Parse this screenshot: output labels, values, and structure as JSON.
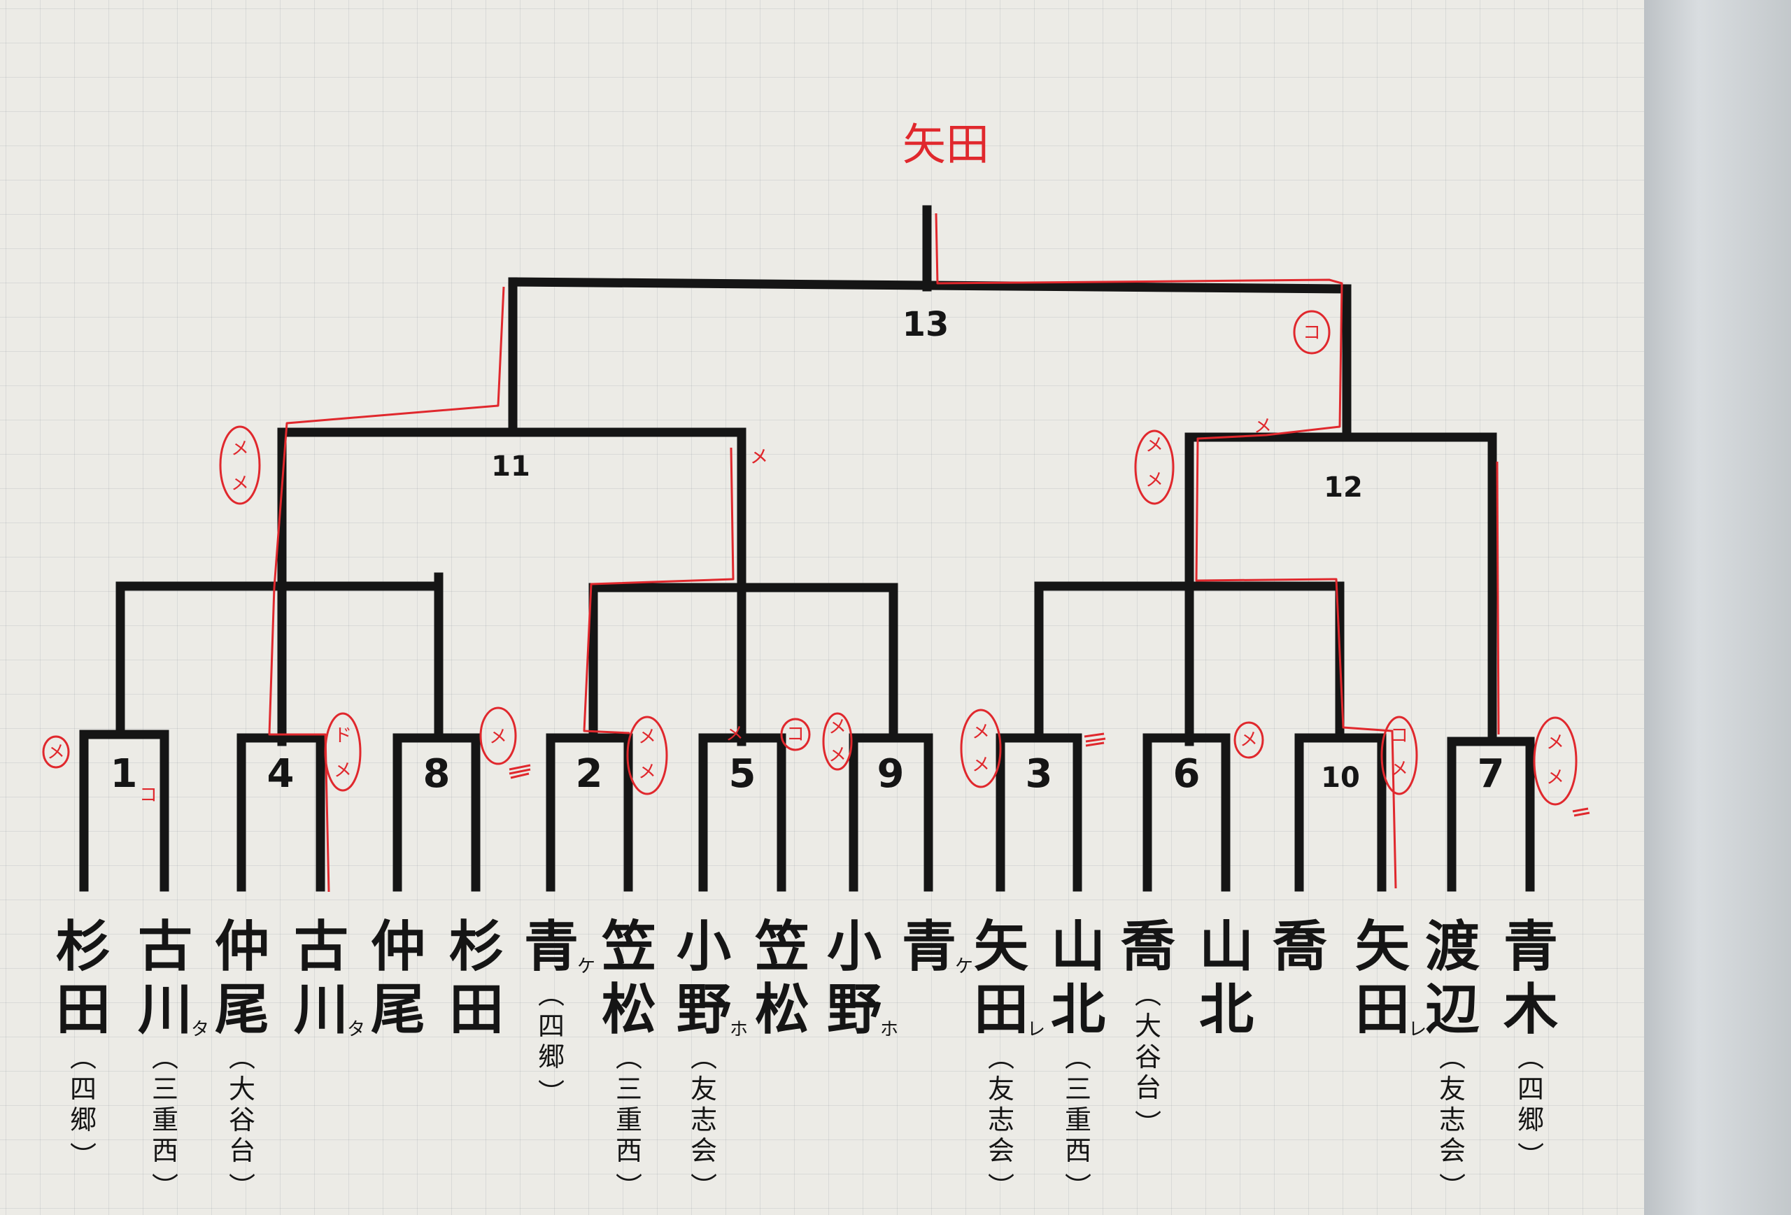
{
  "champion": "矢田",
  "final_match_no": "13",
  "semifinal_match_nos": [
    "11",
    "12"
  ],
  "first_round_match_nos": [
    "1",
    "4",
    "8",
    "2",
    "5",
    "9",
    "3",
    "6",
    "10",
    "7"
  ],
  "entries": [
    {
      "name": "杉田",
      "club": "四郷",
      "kana": ""
    },
    {
      "name": "古川",
      "club": "三重西",
      "kana": "タ"
    },
    {
      "name": "仲尾",
      "club": "大谷台",
      "kana": ""
    },
    {
      "name": "古川",
      "club": "",
      "kana": "タ"
    },
    {
      "name": "仲尾",
      "club": "",
      "kana": ""
    },
    {
      "name": "杉田",
      "club": "",
      "kana": ""
    },
    {
      "name": "青",
      "club": "四郷",
      "kana": "ケ"
    },
    {
      "name": "笠松",
      "club": "三重西",
      "kana": ""
    },
    {
      "name": "小野",
      "club": "友志会",
      "kana": "ホ"
    },
    {
      "name": "笠松",
      "club": "",
      "kana": ""
    },
    {
      "name": "小野",
      "club": "",
      "kana": "ホ"
    },
    {
      "name": "青",
      "club": "",
      "kana": "ケ"
    },
    {
      "name": "矢田",
      "club": "友志会",
      "kana": "レ"
    },
    {
      "name": "山北",
      "club": "三重西",
      "kana": ""
    },
    {
      "name": "喬",
      "club": "大谷台",
      "kana": ""
    },
    {
      "name": "山北",
      "club": "",
      "kana": ""
    },
    {
      "name": "喬",
      "club": "",
      "kana": ""
    },
    {
      "name": "矢田",
      "club": "",
      "kana": "レ"
    },
    {
      "name": "渡辺",
      "club": "友志会",
      "kana": ""
    },
    {
      "name": "青木",
      "club": "四郷",
      "kana": ""
    }
  ],
  "score_marks": [
    "メ",
    "コ",
    "ド",
    "メ",
    "メ",
    "メ",
    "メ",
    "メ",
    "コ",
    "メ",
    "メ",
    "メ",
    "メ",
    "コ",
    "メ",
    "メ",
    "メ",
    "メ",
    "メ",
    "コ",
    "メ",
    "メ",
    "メ",
    "メ",
    "メ",
    "メ"
  ],
  "colors": {
    "ink": "#151515",
    "red_pen": "#e0282d",
    "paper": "#ecebe6",
    "grid": "#7f8a94"
  }
}
